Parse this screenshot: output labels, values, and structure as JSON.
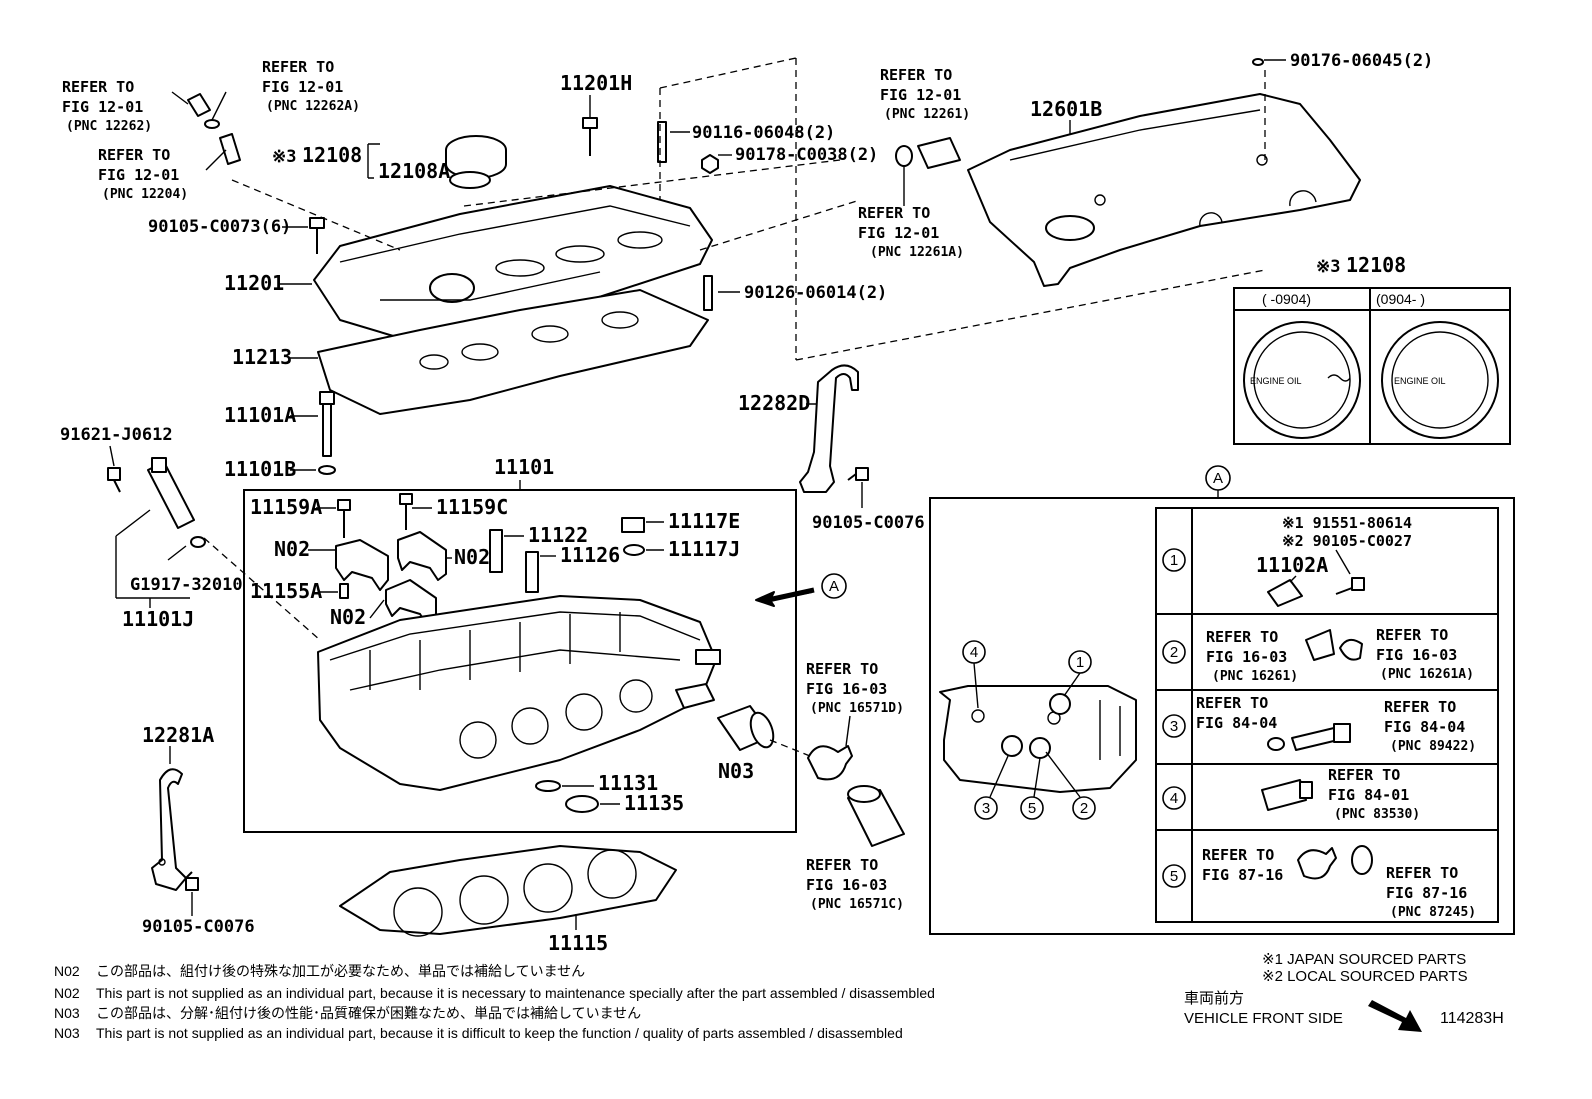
{
  "left_refs": {
    "a": [
      "REFER TO",
      "FIG 12-01",
      "(PNC 12262)"
    ],
    "b": [
      "REFER TO",
      "FIG 12-01",
      "(PNC 12262A)"
    ],
    "c": [
      "REFER TO",
      "FIG 12-01",
      "(PNC 12204)"
    ]
  },
  "top_parts": {
    "p11201H": "11201H",
    "p90116": "90116-06048(2)",
    "p90178": "90178-C0038(2)",
    "p12108_mark": "※3",
    "p12108": "12108",
    "p12108A": "12108A",
    "p90105_6": "90105-C0073(6)",
    "p11201": "11201",
    "p90126": "90126-06014(2)",
    "p11213": "11213",
    "p11101A": "11101A",
    "p11101B": "11101B",
    "p12601B": "12601B",
    "p90176": "90176-06045(2)"
  },
  "mid_refs": {
    "r12261": [
      "REFER TO",
      "FIG 12-01",
      "(PNC 12261)"
    ],
    "r12261A": [
      "REFER TO",
      "FIG 12-01",
      "(PNC 12261A)"
    ]
  },
  "cap_table": {
    "mark": "※3",
    "pn": "12108",
    "col1": "(     -0904)",
    "col2": "(0904-      )",
    "cap1_text": "ENGINE OIL",
    "cap2_text": "ENGINE OIL"
  },
  "left_side": {
    "p91621": "91621-J0612",
    "pG1917": "G1917-32010",
    "p11101J": "11101J",
    "p12281A": "12281A",
    "p90105_b": "90105-C0076"
  },
  "main_box": {
    "p11101": "11101",
    "p11159A": "11159A",
    "p11159C": "11159C",
    "p11122": "11122",
    "p11126": "11126",
    "p11117E": "11117E",
    "p11117J": "11117J",
    "n02a": "N02",
    "n02b": "N02",
    "n02c": "N02",
    "p11155A": "11155A",
    "p11131": "11131",
    "p11135": "11135",
    "arrow_label": "A"
  },
  "n03": "N03",
  "p11115": "11115",
  "bracket": {
    "p12282D": "12282D",
    "p90105_c": "90105-C0076"
  },
  "hose_refs": {
    "r16571D": [
      "REFER TO",
      "FIG 16-03",
      "(PNC 16571D)"
    ],
    "r16571C": [
      "REFER TO",
      "FIG 16-03",
      "(PNC 16571C)"
    ]
  },
  "detail": {
    "label": "A",
    "callouts": [
      "4",
      "1",
      "3",
      "5",
      "2"
    ],
    "rows": [
      {
        "num": "1",
        "lines": [
          "※1 91551-80614",
          "※2 90105-C0027",
          "11102A"
        ]
      },
      {
        "num": "2",
        "left": [
          "REFER TO",
          "FIG 16-03",
          "(PNC 16261)"
        ],
        "right": [
          "REFER TO",
          "FIG 16-03",
          "(PNC 16261A)"
        ]
      },
      {
        "num": "3",
        "left": [
          "REFER TO",
          "FIG 84-04"
        ],
        "right": [
          "REFER TO",
          "FIG 84-04",
          "(PNC 89422)"
        ]
      },
      {
        "num": "4",
        "right": [
          "REFER TO",
          "FIG 84-01",
          "(PNC 83530)"
        ]
      },
      {
        "num": "5",
        "left": [
          "REFER TO",
          "FIG 87-16"
        ],
        "right": [
          "REFER TO",
          "FIG 87-16",
          "(PNC 87245)"
        ]
      }
    ]
  },
  "legend": {
    "l1": "※1 JAPAN SOURCED PARTS",
    "l2": "※2 LOCAL SOURCED PARTS",
    "front_jp": "車両前方",
    "front_en": "VEHICLE FRONT SIDE",
    "fig_id": "114283H"
  },
  "notes": [
    {
      "code": "N02",
      "text": "この部品は、組付け後の特殊な加工が必要なため、単品では補給していません"
    },
    {
      "code": "N02",
      "text": "This part is not supplied as an individual part, because it is necessary to maintenance specially after the part assembled / disassembled"
    },
    {
      "code": "N03",
      "text": "この部品は、分解･組付け後の性能･品質確保が困難なため、単品では補給していません"
    },
    {
      "code": "N03",
      "text": "This part is not supplied as an individual part, because it is difficult to keep the function / quality of parts  assembled / disassembled"
    }
  ]
}
